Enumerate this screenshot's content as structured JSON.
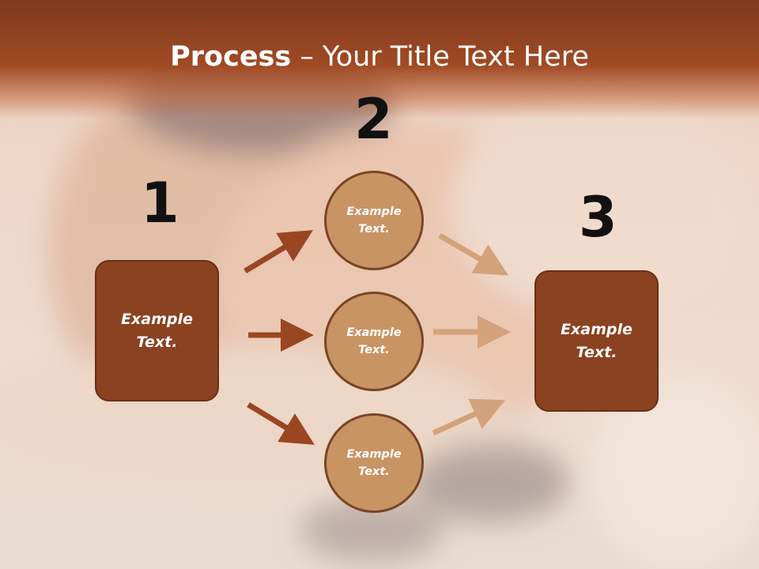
{
  "title": {
    "bold": "Process",
    "rest": " – Your Title Text Here"
  },
  "steps": {
    "one": {
      "number": "1",
      "text": "Example Text."
    },
    "two": {
      "number": "2"
    },
    "three": {
      "number": "3",
      "text": "Example Text."
    }
  },
  "circles": [
    {
      "text": "Example Text."
    },
    {
      "text": "Example Text."
    },
    {
      "text": "Example Text."
    }
  ],
  "colors": {
    "dark_brown": "#8b4220",
    "tan": "#c99464",
    "header": "#9a4622"
  }
}
